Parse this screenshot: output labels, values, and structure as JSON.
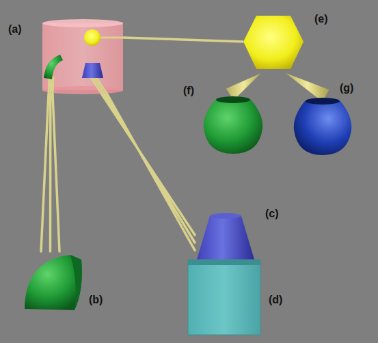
{
  "diagram": {
    "nodes": [
      {
        "text": [
          "(a)"
        ]
      },
      {
        "text": [
          "(b)"
        ]
      },
      {
        "text": [
          "(c)"
        ]
      },
      {
        "text": [
          "(d)"
        ]
      },
      {
        "text": [
          "(e)"
        ]
      },
      {
        "text": [
          "(f)"
        ]
      },
      {
        "text": [
          "(g)"
        ]
      }
    ],
    "edges": [
      {
        "from": 0,
        "to": 1,
        "arrow": "none"
      },
      {
        "from": 0,
        "to": 2,
        "arrow": "none"
      },
      {
        "from": 0,
        "to": 4,
        "arrow": "none"
      },
      {
        "from": 4,
        "to": 5,
        "arrow": "none"
      },
      {
        "from": 4,
        "to": 6,
        "arrow": "none"
      }
    ]
  }
}
